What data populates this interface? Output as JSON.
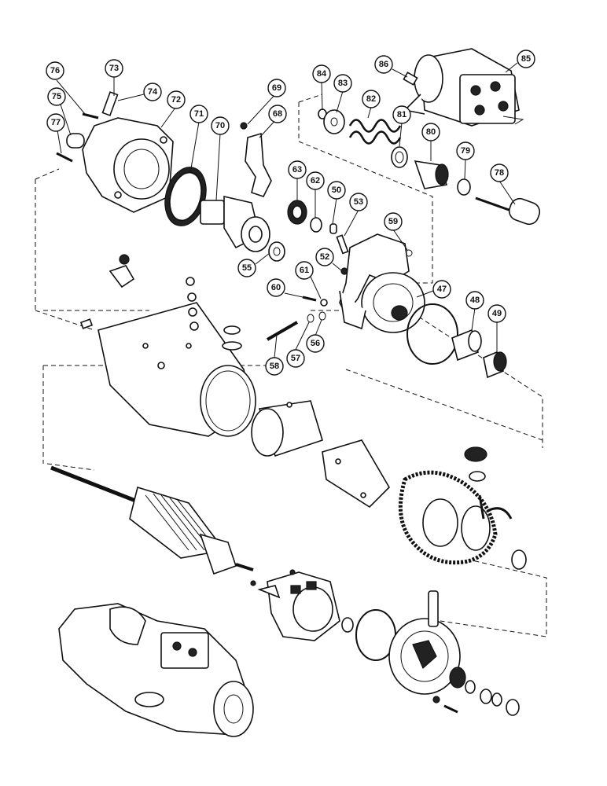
{
  "callouts": [
    {
      "label": "76"
    },
    {
      "label": "73"
    },
    {
      "label": "74"
    },
    {
      "label": "75"
    },
    {
      "label": "72"
    },
    {
      "label": "77"
    },
    {
      "label": "71"
    },
    {
      "label": "70"
    },
    {
      "label": "69"
    },
    {
      "label": "68"
    },
    {
      "label": "84"
    },
    {
      "label": "83"
    },
    {
      "label": "86"
    },
    {
      "label": "85"
    },
    {
      "label": "82"
    },
    {
      "label": "81"
    },
    {
      "label": "80"
    },
    {
      "label": "79"
    },
    {
      "label": "78"
    },
    {
      "label": "63"
    },
    {
      "label": "62"
    },
    {
      "label": "50"
    },
    {
      "label": "53"
    },
    {
      "label": "59"
    },
    {
      "label": "52"
    },
    {
      "label": "55"
    },
    {
      "label": "60"
    },
    {
      "label": "61"
    },
    {
      "label": "47"
    },
    {
      "label": "48"
    },
    {
      "label": "49"
    },
    {
      "label": "58"
    },
    {
      "label": "57"
    },
    {
      "label": "56"
    }
  ],
  "colors": {
    "ink": "#111111",
    "paper": "#ffffff"
  }
}
